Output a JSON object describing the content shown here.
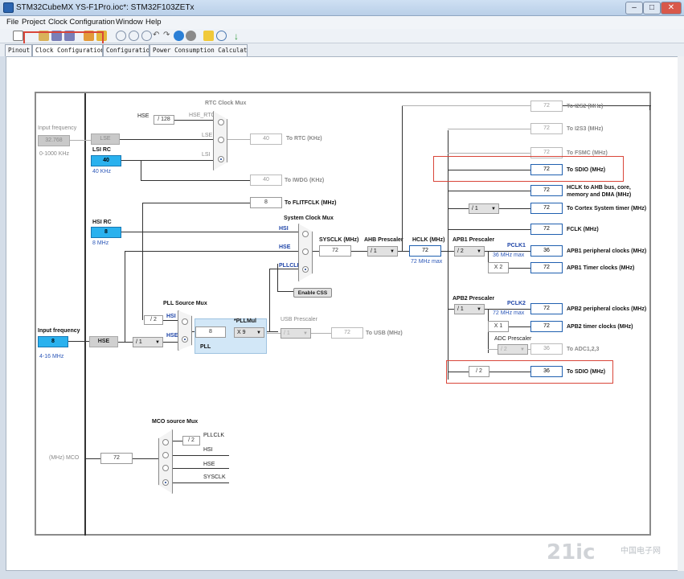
{
  "window": {
    "title": "STM32CubeMX YS-F1Pro.ioc*: STM32F103ZETx"
  },
  "menu": [
    "File",
    "Project",
    "Clock Configuration",
    "Window",
    "Help"
  ],
  "tabs": [
    "Pinout",
    "Clock Configuration",
    "Configuration",
    "Power Consumption Calculator"
  ],
  "clock": {
    "input_freq_label": "Input frequency",
    "lse_freq": "32.768",
    "lse_range": "0-1000 KHz",
    "lse": "LSE",
    "lsi_rc": "LSI RC",
    "lsi_val": "40",
    "lsi_unit": "40 KHz",
    "rtc_mux": "RTC Clock Mux",
    "hse_lbl": "HSE",
    "div128": "/ 128",
    "hse_rtc": "HSE_RTC",
    "lse_in": "LSE",
    "lsi_in": "LSI",
    "rtc_val": "40",
    "rtc_lbl": "To RTC (KHz)",
    "iwdg_val": "40",
    "iwdg_lbl": "To IWDG (KHz)",
    "flit_val": "8",
    "flit_lbl": "To FLITFCLK (MHz)",
    "hsi_rc": "HSI RC",
    "hsi_val": "8",
    "hsi_unit": "8 MHz",
    "sys_mux": "System Clock Mux",
    "hsi_in": "HSI",
    "hse_in": "HSE",
    "pllclk_in": "PLLCLK",
    "enable_css": "Enable CSS",
    "sysclk_lbl": "SYSCLK (MHz)",
    "sysclk_val": "72",
    "ahb_pre_lbl": "AHB Prescaler",
    "ahb_pre": "/ 1",
    "hclk_lbl": "HCLK (MHz)",
    "hclk_val": "72",
    "hclk_max": "72 MHz max",
    "pll_src_mux": "PLL Source Mux",
    "div2": "/ 2",
    "pll_hsi": "HSI",
    "pll_hse": "HSE",
    "pllmul_lbl": "*PLLMul",
    "pll_in": "8",
    "pll_mul": "X 9",
    "pll_lbl": "PLL",
    "usb_pre_lbl": "USB Prescaler",
    "usb_pre": "/ 1",
    "usb_val": "72",
    "usb_lbl": "To USB (MHz)",
    "input_freq2": "Input frequency",
    "hse_freq": "8",
    "hse_range": "4-16 MHz",
    "hse_box": "HSE",
    "hse_div": "/ 1",
    "mco_mux": "MCO source Mux",
    "mco_div2": "/ 2",
    "mco_pllclk": "PLLCLK",
    "mco_hsi": "HSI",
    "mco_hse": "HSE",
    "mco_sysclk": "SYSCLK",
    "mco_lbl": "(MHz) MCO",
    "mco_val": "72",
    "i2s2_val": "72",
    "i2s2_lbl": "To I2S2 (MHz)",
    "i2s3_val": "72",
    "i2s3_lbl": "To I2S3 (MHz)",
    "fsmc_val": "72",
    "fsmc_lbl": "To FSMC (MHz)",
    "sdio_val": "72",
    "sdio_lbl": "To SDIO (MHz)",
    "hclk_ahb_val": "72",
    "hclk_ahb_lbl1": "HCLK to AHB bus, core,",
    "hclk_ahb_lbl2": "memory and DMA (MHz)",
    "cortex_pre": "/ 1",
    "cortex_val": "72",
    "cortex_lbl": "To Cortex System timer (MHz)",
    "fclk_val": "72",
    "fclk_lbl": "FCLK (MHz)",
    "apb1_pre_lbl": "APB1 Prescaler",
    "apb1_pre": "/ 2",
    "pclk1": "PCLK1",
    "pclk1_max": "36 MHz max",
    "apb1_per_val": "36",
    "apb1_per_lbl": "APB1 peripheral clocks (MHz)",
    "x2": "X 2",
    "apb1_tim_val": "72",
    "apb1_tim_lbl": "APB1 Timer clocks (MHz)",
    "apb2_pre_lbl": "APB2 Prescaler",
    "apb2_pre": "/ 1",
    "pclk2": "PCLK2",
    "pclk2_max": "72 MHz max",
    "apb2_per_val": "72",
    "apb2_per_lbl": "APB2 peripheral clocks (MHz)",
    "x1": "X 1",
    "apb2_tim_val": "72",
    "apb2_tim_lbl": "APB2 timer clocks (MHz)",
    "adc_pre_lbl": "ADC Prescaler",
    "adc_pre": "/ 2",
    "adc_val": "36",
    "adc_lbl": "To ADC1,2,3",
    "sdio2_div": "/ 2",
    "sdio2_val": "36",
    "sdio2_lbl": "To SDIO (MHz)"
  },
  "watermark": "21ic",
  "watermark_sub": "中国电子网"
}
